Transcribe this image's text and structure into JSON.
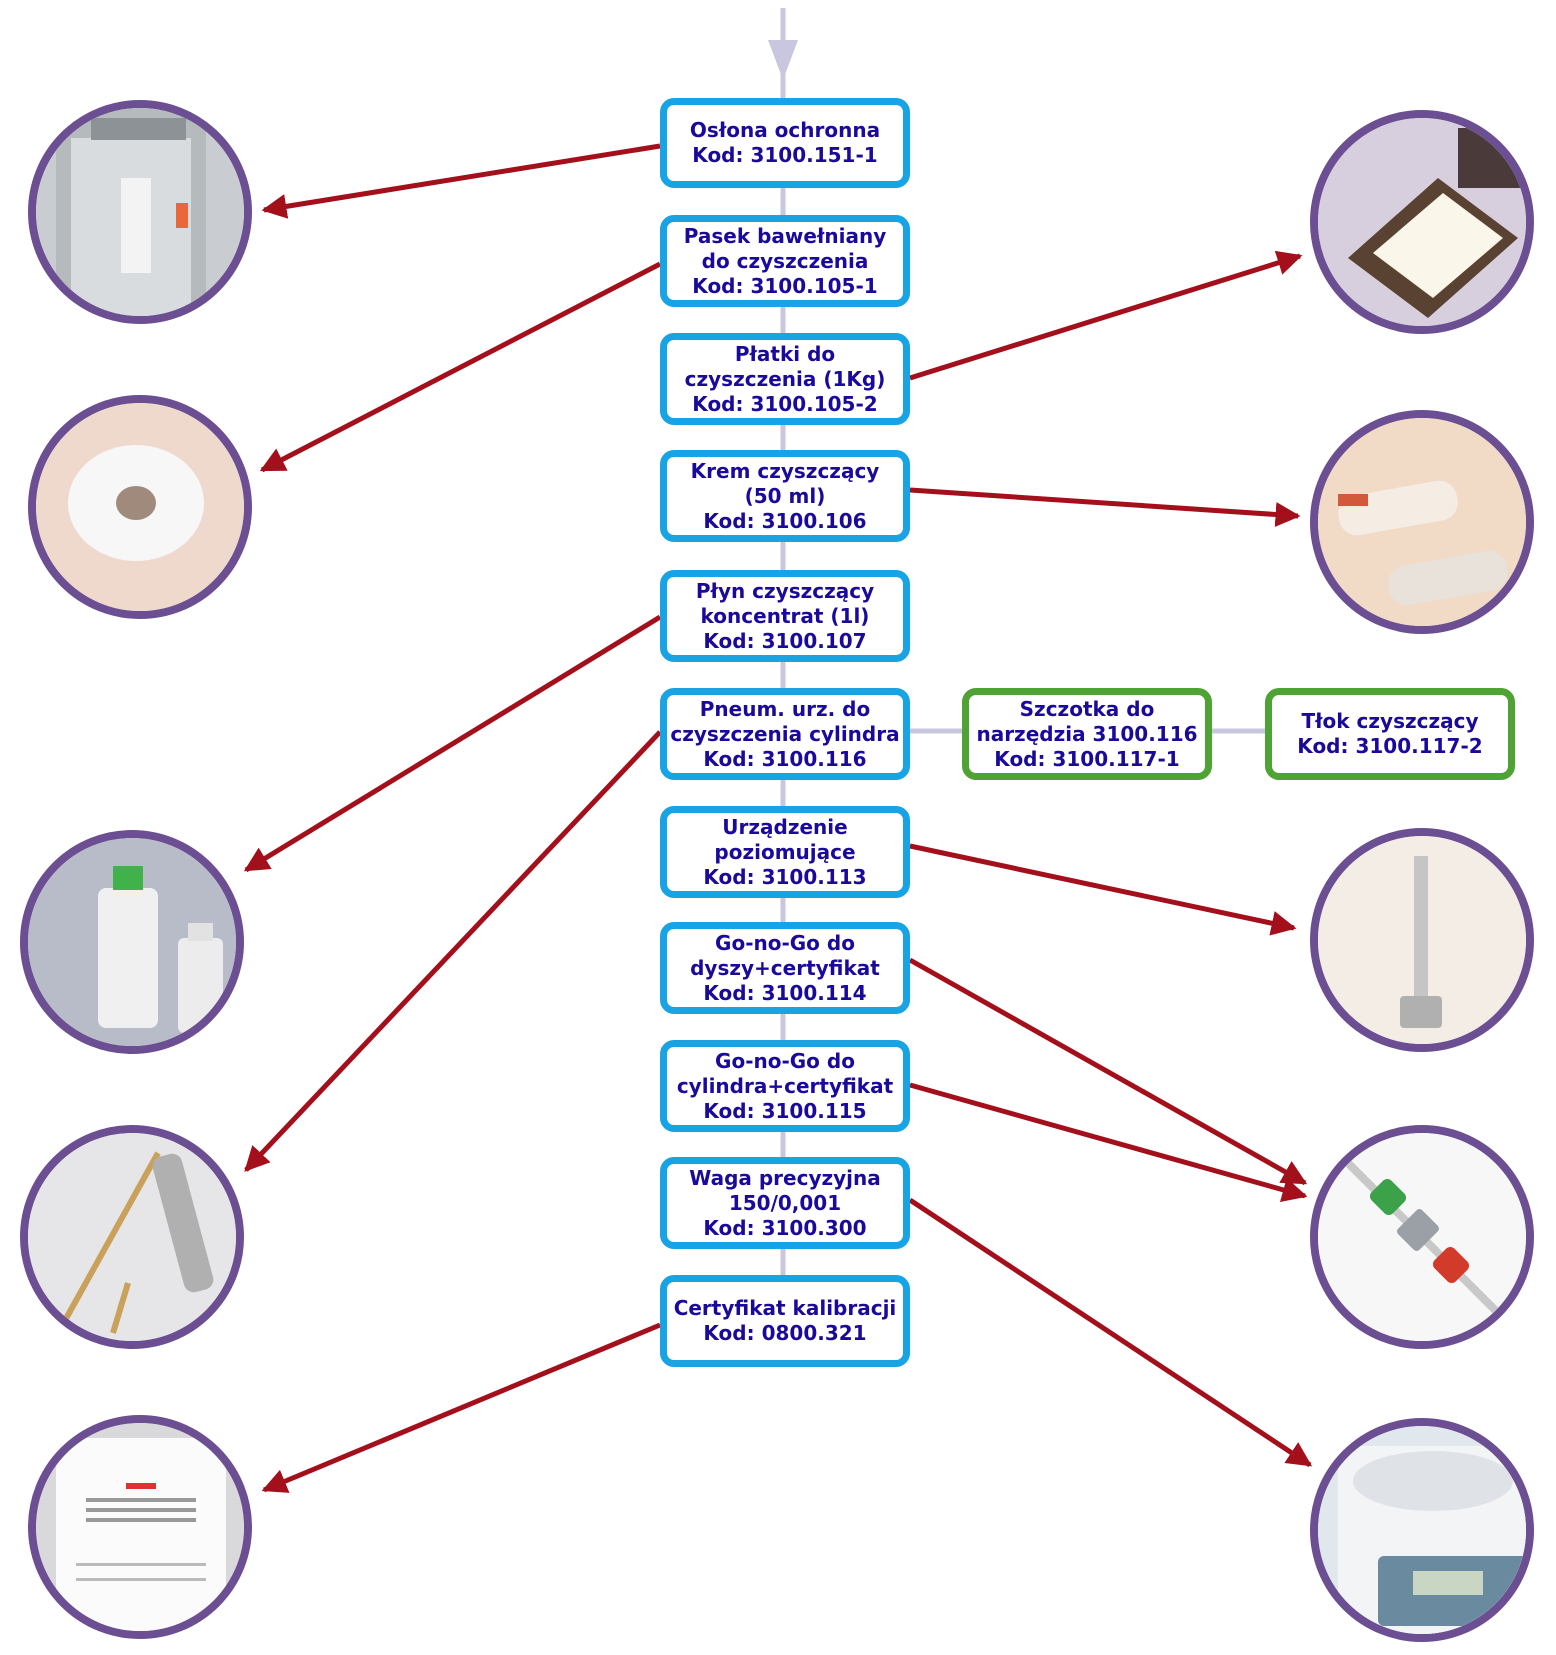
{
  "items": [
    {
      "l1": "Osłona ochronna",
      "l2": "Kod: 3100.151-1",
      "l3": ""
    },
    {
      "l1": "Pasek bawełniany",
      "l2": "do czyszczenia",
      "l3": "Kod: 3100.105-1"
    },
    {
      "l1": "Płatki do",
      "l2": "czyszczenia (1Kg)",
      "l3": "Kod: 3100.105-2"
    },
    {
      "l1": "Krem czyszczący",
      "l2": "(50 ml)",
      "l3": "Kod: 3100.106"
    },
    {
      "l1": "Płyn czyszczący",
      "l2": "koncentrat (1l)",
      "l3": "Kod: 3100.107"
    },
    {
      "l1": "Pneum. urz. do",
      "l2": "czyszczenia cylindra",
      "l3": "Kod: 3100.116"
    },
    {
      "l1": "Urządzenie",
      "l2": "poziomujące",
      "l3": "Kod: 3100.113"
    },
    {
      "l1": "Go-no-Go do",
      "l2": "dyszy+certyfikat",
      "l3": "Kod: 3100.114"
    },
    {
      "l1": "Go-no-Go do",
      "l2": "cylindra+certyfikat",
      "l3": "Kod: 3100.115"
    },
    {
      "l1": "Waga precyzyjna",
      "l2": "150/0,001",
      "l3": "Kod: 3100.300"
    },
    {
      "l1": "Certyfikat kalibracji",
      "l2": "Kod: 0800.321",
      "l3": ""
    }
  ],
  "accessories": [
    {
      "l1": "Szczotka do",
      "l2": "narzędzia 3100.116",
      "l3": "Kod: 3100.117-1"
    },
    {
      "l1": "Tłok czyszczący",
      "l2": "Kod: 3100.117-2",
      "l3": ""
    }
  ],
  "photos": [
    {
      "icon": "protective-cover-photo"
    },
    {
      "icon": "cotton-roll-photo"
    },
    {
      "icon": "cleaning-flakes-photo"
    },
    {
      "icon": "cleaning-cream-photo"
    },
    {
      "icon": "fluid-bottles-photo"
    },
    {
      "icon": "pneumatic-cleaner-photo"
    },
    {
      "icon": "leveling-tool-photo"
    },
    {
      "icon": "go-no-go-gauge-photo"
    },
    {
      "icon": "calibration-certificate-photo"
    },
    {
      "icon": "precision-scale-photo"
    }
  ],
  "colors": {
    "box_border": "#17a3e4",
    "accessory_border": "#4fa334",
    "text": "#1a0a9c",
    "arrow": "#a3101c",
    "spine": "#c9c7e0",
    "circle_border": "#6b4f92"
  }
}
